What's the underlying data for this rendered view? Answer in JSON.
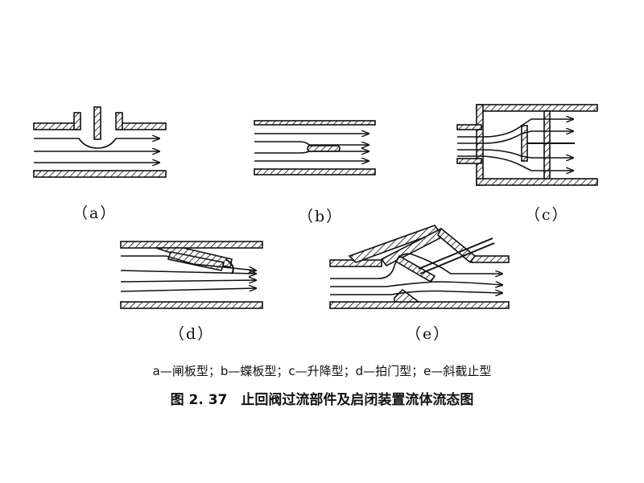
{
  "panels": {
    "a": "（a）",
    "b": "（b）",
    "c": "（c）",
    "d": "（d）",
    "e": "（e）"
  },
  "legend": "a—闸板型；b—蝶板型；c—升降型；d—拍门型；e—斜截止型",
  "caption": "图 2. 37　止回阀过流部件及启闭装置流体流态图"
}
